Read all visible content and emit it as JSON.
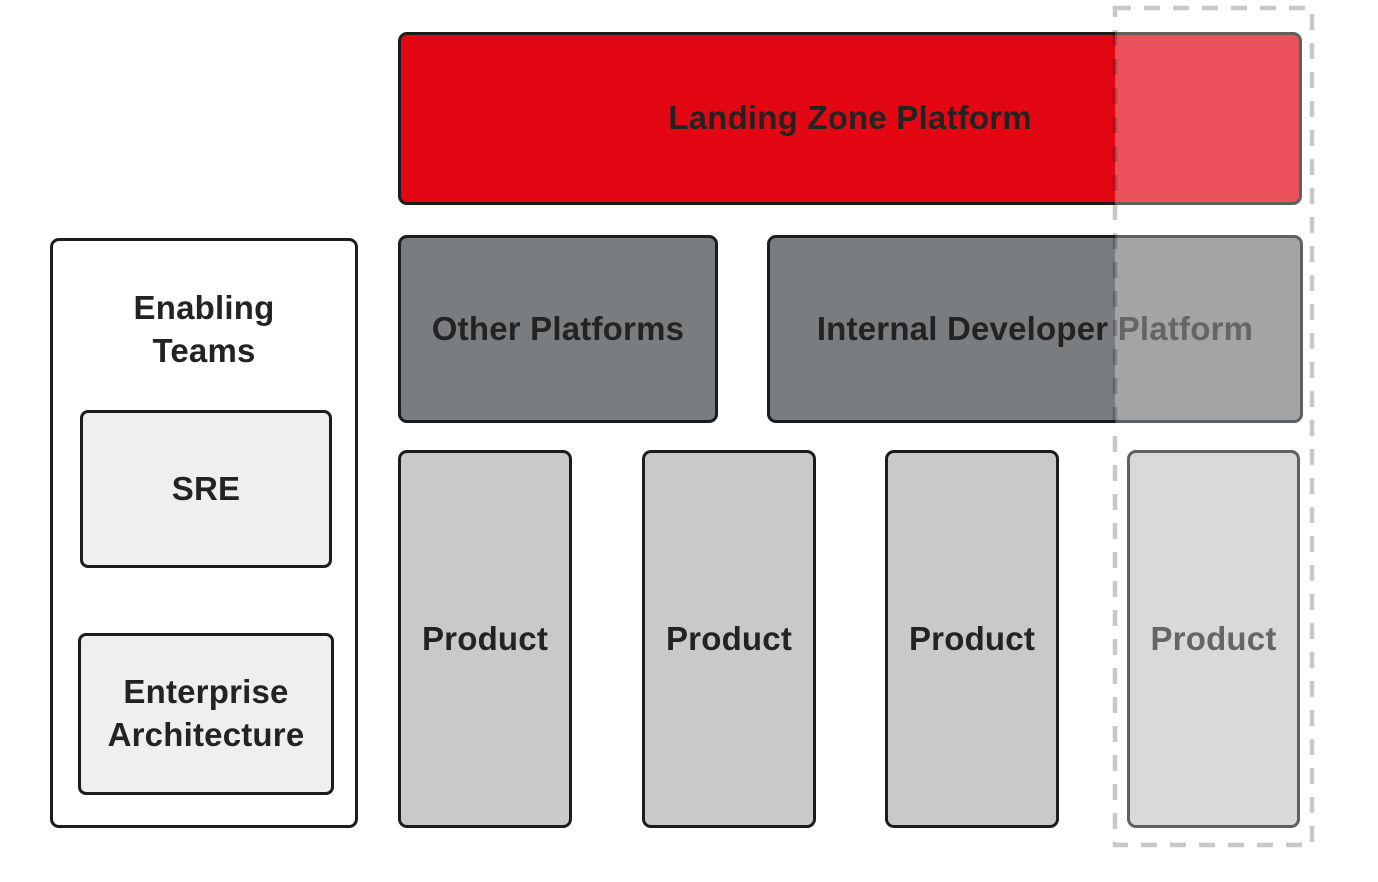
{
  "colors": {
    "red": "#e30613",
    "dark_gray": "#7a7d80",
    "product_gray": "#c9c9c9",
    "light_gray": "#f0efee",
    "border": "#1c1c1c",
    "dashed": "#c8c8c8",
    "text": "#232323"
  },
  "landing_zone": {
    "label": "Landing Zone Platform"
  },
  "enabling_teams": {
    "title": "Enabling\nTeams",
    "items": [
      {
        "label": "SRE"
      },
      {
        "label": "Enterprise\nArchitecture"
      }
    ]
  },
  "platforms": [
    {
      "label": "Other Platforms"
    },
    {
      "label": "Internal Developer Platform"
    }
  ],
  "products": [
    {
      "label": "Product"
    },
    {
      "label": "Product"
    },
    {
      "label": "Product"
    },
    {
      "label": "Product"
    }
  ]
}
